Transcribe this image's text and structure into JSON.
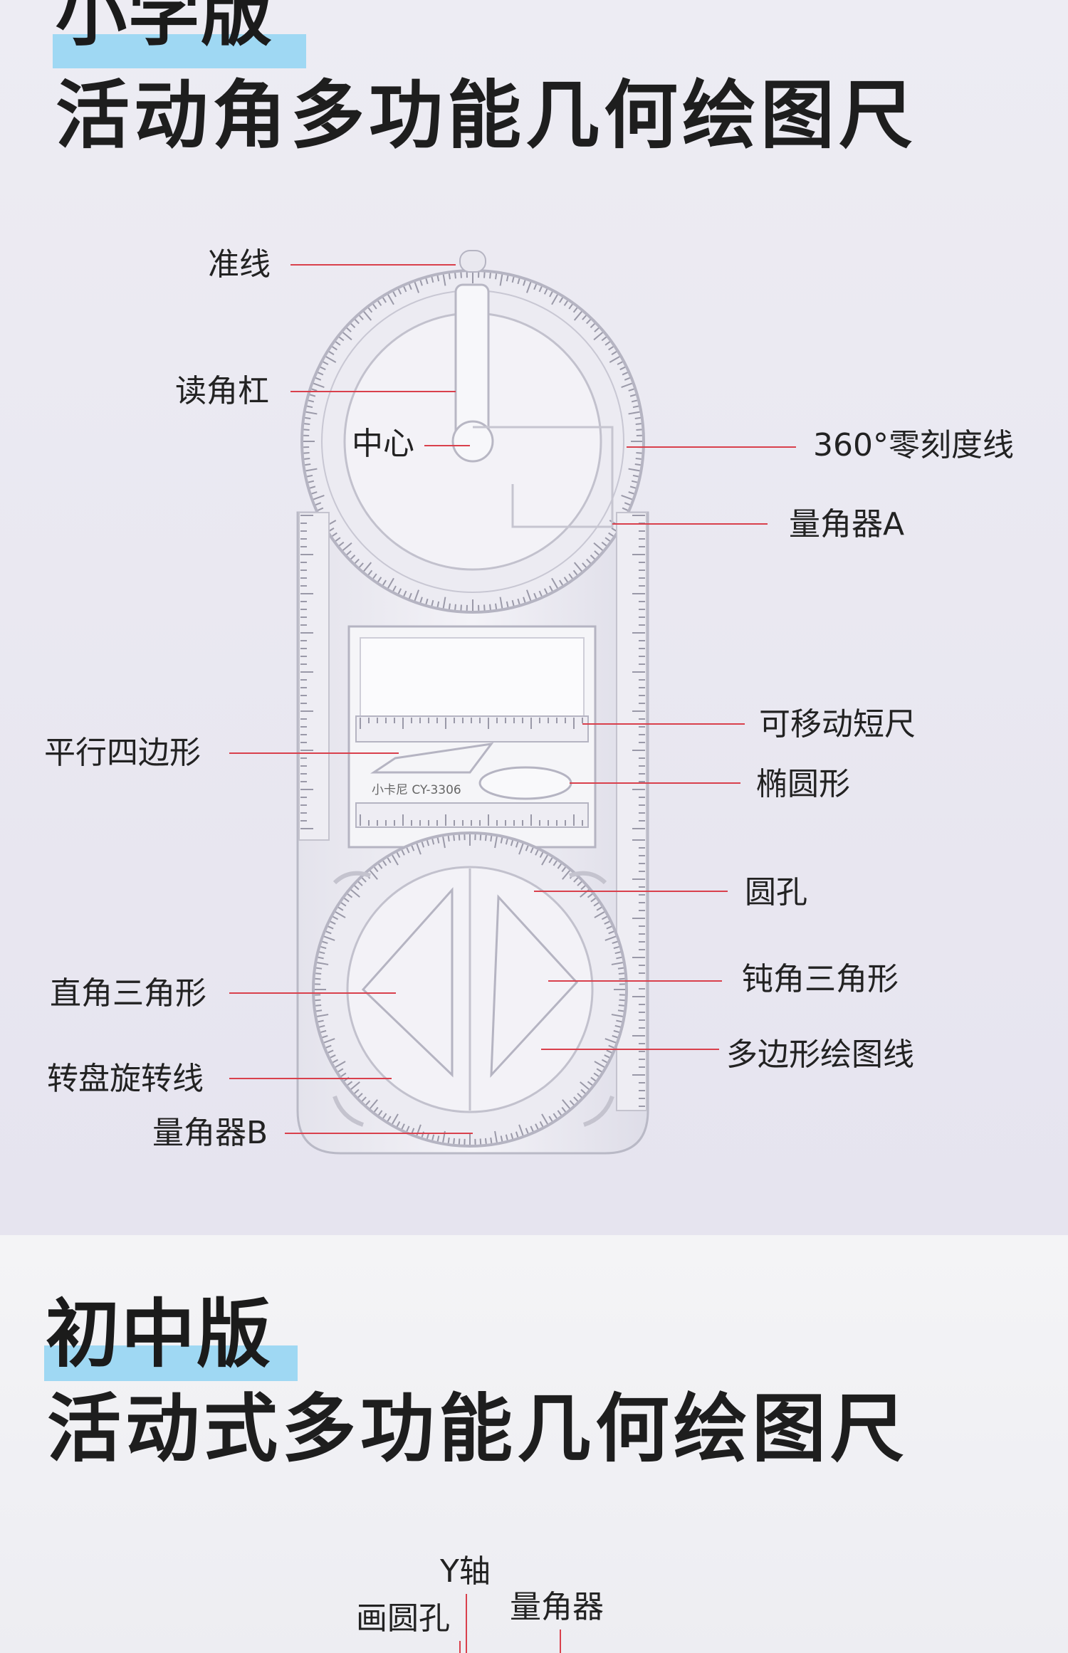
{
  "section1": {
    "edition": "小学版",
    "title": "活动角多功能几何绘图尺",
    "model": "小卡尼 CY-3306",
    "labels": {
      "guide_line": "准线",
      "reading_bar": "读角杠",
      "center": "中心",
      "zero_line": "360°零刻度线",
      "protractor_a": "量角器A",
      "movable_ruler": "可移动短尺",
      "parallelogram": "平行四边形",
      "ellipse": "椭圆形",
      "round_hole": "圆孔",
      "right_triangle": "直角三角形",
      "obtuse_triangle": "钝角三角形",
      "turntable_line": "转盘旋转线",
      "polygon_line": "多边形绘图线",
      "protractor_b": "量角器B"
    }
  },
  "section2": {
    "edition": "初中版",
    "title": "活动式多功能几何绘图尺",
    "labels": {
      "y_axis": "Y轴",
      "circle_hole": "画圆孔",
      "protractor": "量角器"
    }
  },
  "colors": {
    "leader_line": "#d9404c",
    "highlight": "#9fd8f3",
    "ruler_stroke": "#b9b9c6"
  }
}
